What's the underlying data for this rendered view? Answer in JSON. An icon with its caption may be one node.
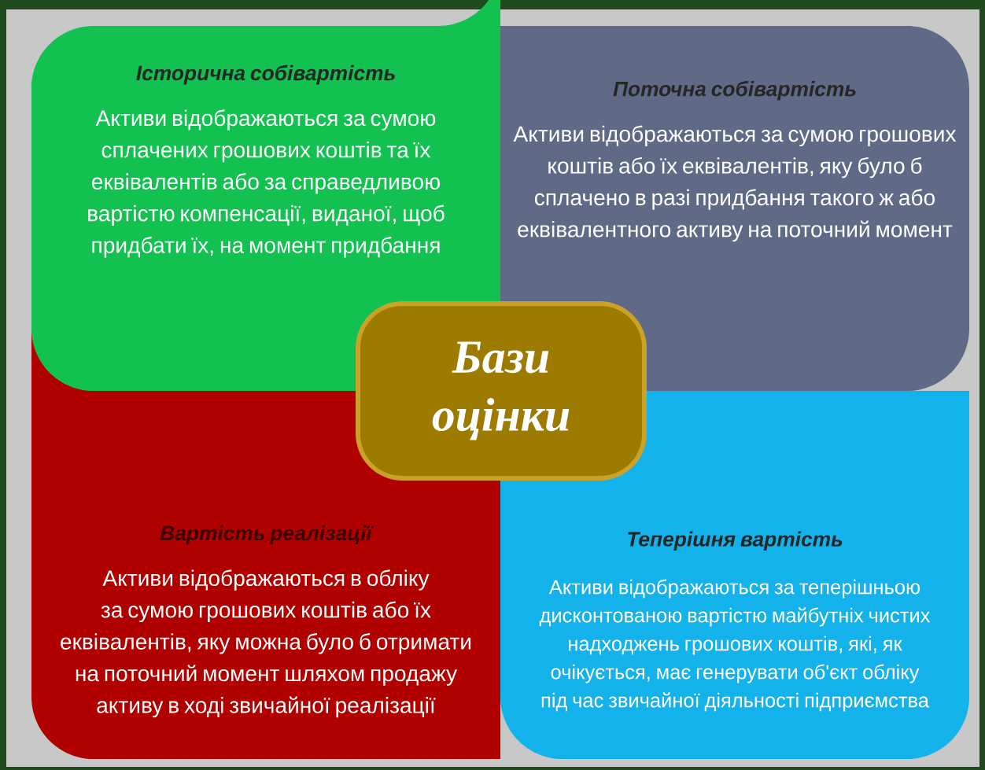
{
  "diagram": {
    "nodes": [
      {
        "text": [
          "Історична собівартість",
          "Активи відображаються за сумою сплачених грошових коштів та їх еквівалентів або за справедливою вартістю компенсації, виданої, щоб придбати їх, на момент придбання"
        ]
      },
      {
        "text": [
          "Поточна собівартість",
          "Активи відображаються за сумою грошових коштів або їх еквівалентів, яку було б сплачено в разі придбання такого ж або еквівалентного активу на поточний момент"
        ]
      },
      {
        "text": [
          "Вартість реалізації",
          "Активи відображаються в обліку за сумою грошових коштів або їх еквівалентів, яку можна було б отримати на поточний момент шляхом продажу активу в ході звичайної реалізації"
        ]
      },
      {
        "text": [
          "Теперішня вартість",
          "Активи відображаються за теперішньою дисконтованою вартістю майбутніх чистих надходжень грошових коштів, які, як очікується, має генерувати об'єкт обліку під час звичайної діяльності підприємства"
        ]
      },
      {
        "text": [
          "Бази оцінки"
        ]
      }
    ]
  }
}
